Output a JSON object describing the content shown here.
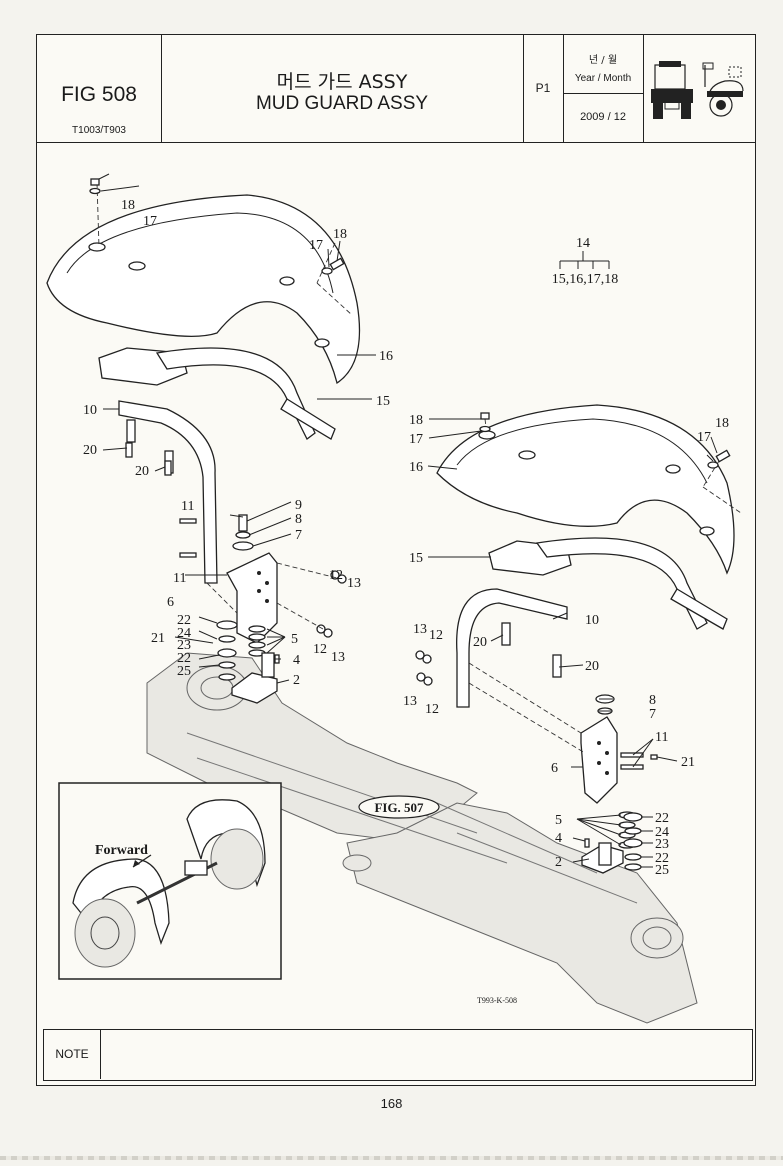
{
  "header": {
    "fig_label": "FIG 508",
    "model": "T1003/T903",
    "title_ko": "머드 가드 ASSY",
    "title_en": "MUD GUARD ASSY",
    "page": "P1",
    "date_header_ko": "년 / 월",
    "date_header_en": "Year / Month",
    "date_value": "2009 / 12"
  },
  "drawing": {
    "reference_code": "T993-K-508",
    "cross_reference": "FIG. 507",
    "inset_label": "Forward",
    "kit": {
      "number": "14",
      "contents": "15,16,17,18"
    },
    "left_callouts": {
      "c18a": "18",
      "c17a": "17",
      "c17b": "17",
      "c18b": "18",
      "c16": "16",
      "c15": "15",
      "c10": "10",
      "c20a": "20",
      "c20b": "20",
      "c11a": "11",
      "c11b": "11",
      "c9": "9",
      "c8": "8",
      "c7": "7",
      "c12a": "12",
      "c13a": "13",
      "c6": "6",
      "c22a": "22",
      "c24": "24",
      "c21": "21",
      "c23": "23",
      "c22b": "22",
      "c25": "25",
      "c5": "5",
      "c12b": "12",
      "c13b": "13",
      "c4": "4",
      "c2": "2"
    },
    "right_callouts": {
      "c18a": "18",
      "c17a": "17",
      "c18b": "18",
      "c17b": "17",
      "c16": "16",
      "c15": "15",
      "c13a": "13",
      "c12a": "12",
      "c20a": "20",
      "c10": "10",
      "c20b": "20",
      "c13b": "13",
      "c12b": "12",
      "c8": "8",
      "c7": "7",
      "c11": "11",
      "c6": "6",
      "c21": "21",
      "c5": "5",
      "c22a": "22",
      "c24": "24",
      "c4": "4",
      "c23": "23",
      "c2": "2",
      "c22b": "22",
      "c25": "25"
    }
  },
  "footer": {
    "note_label": "NOTE",
    "note_text": "",
    "page_number": "168"
  }
}
